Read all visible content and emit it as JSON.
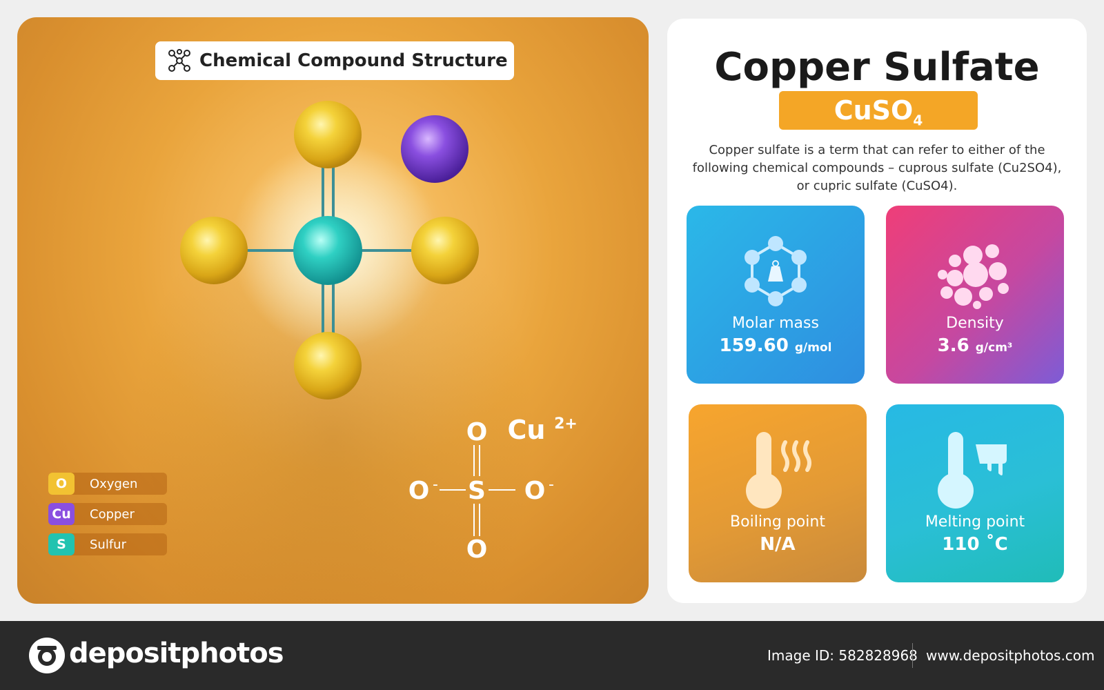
{
  "structure_panel": {
    "header": "Chemical Compound Structure",
    "legend": [
      {
        "symbol": "O",
        "label": "Oxygen",
        "color": "#f2c232"
      },
      {
        "symbol": "Cu",
        "label": "Copper",
        "color": "#8a4fe0"
      },
      {
        "symbol": "S",
        "label": "Sulfur",
        "color": "#22c3b0"
      }
    ],
    "structural_formula": {
      "ion": "Cu",
      "ion_charge": "2+",
      "center": "S",
      "top": "O",
      "bottom": "O",
      "left": "O",
      "right": "O",
      "left_charge": "-",
      "right_charge": "-"
    }
  },
  "info_panel": {
    "name": "Copper Sulfate",
    "formula_main": "CuSO",
    "formula_sub": "4",
    "description": "Copper sulfate is a term that can refer to either of the following chemical compounds – cuprous sulfate (Cu2SO4), or cupric sulfate (CuSO4).",
    "cards": {
      "molar_mass": {
        "label": "Molar mass",
        "value": "159.60",
        "unit": "g/mol"
      },
      "density": {
        "label": "Density",
        "value": "3.6",
        "unit": "g/cm³"
      },
      "boiling_point": {
        "label": "Boiling point",
        "value": "N/A"
      },
      "melting_point": {
        "label": "Melting point",
        "value": "110 ˚C"
      }
    }
  },
  "footer": {
    "brand": "depositphotos",
    "image_id": "Image ID: 582828968",
    "site": "www.depositphotos.com"
  },
  "colors": {
    "orange_accent": "#f4a626",
    "oxygen": "#f2c232",
    "copper": "#8a4fe0",
    "sulfur": "#22c3b0"
  }
}
